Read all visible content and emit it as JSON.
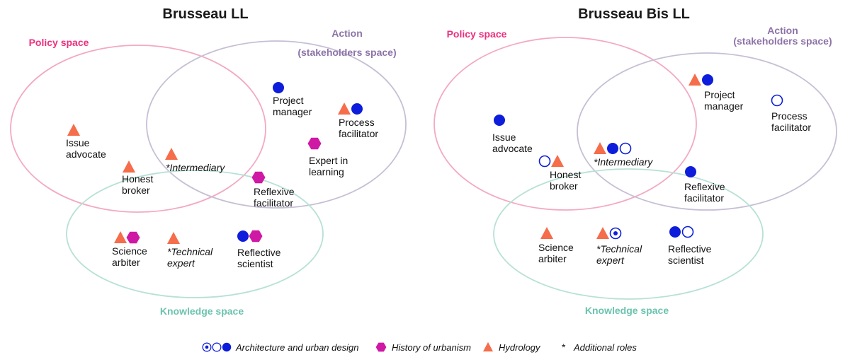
{
  "colors": {
    "policy": "#ec2f7e",
    "action": "#8c73a8",
    "knowledge": "#6cc3ae",
    "policy_circle": "#f3a9c2",
    "action_circle": "#c6bfd5",
    "knowledge_circle": "#b7e1d6",
    "architecture": "#0d1ddb",
    "urbanism": "#cf19a4",
    "hydrology": "#f56d4a",
    "text": "#111111"
  },
  "panels": [
    {
      "title": "Brusseau LL",
      "space_labels": {
        "policy": "Policy space",
        "action_line1": "Action",
        "action_line2": "(stakeholders space)",
        "knowledge": "Knowledge space"
      },
      "roles": [
        {
          "id": "issue-advocate",
          "lines": [
            "Issue",
            "advocate"
          ],
          "italic": false,
          "markers": [
            "hydrology"
          ]
        },
        {
          "id": "honest-broker",
          "lines": [
            "Honest",
            "broker"
          ],
          "italic": false,
          "markers": [
            "hydrology"
          ]
        },
        {
          "id": "intermediary",
          "lines": [
            "*Intermediary"
          ],
          "italic": true,
          "markers": [
            "hydrology"
          ]
        },
        {
          "id": "project-manager",
          "lines": [
            "Project",
            "manager"
          ],
          "italic": false,
          "markers": [
            "architecture-filled"
          ]
        },
        {
          "id": "process-facilitator",
          "lines": [
            "Process",
            "facilitator"
          ],
          "italic": false,
          "markers": [
            "hydrology",
            "architecture-filled"
          ]
        },
        {
          "id": "expert-in-learning",
          "lines": [
            "Expert in",
            "learning"
          ],
          "italic": false,
          "markers": [
            "urbanism"
          ]
        },
        {
          "id": "reflexive-facilitator",
          "lines": [
            "Reflexive",
            "facilitator"
          ],
          "italic": false,
          "markers": [
            "urbanism"
          ]
        },
        {
          "id": "science-arbiter",
          "lines": [
            "Science",
            "arbiter"
          ],
          "italic": false,
          "markers": [
            "hydrology",
            "urbanism"
          ]
        },
        {
          "id": "technical-expert",
          "lines": [
            "*Technical",
            "expert"
          ],
          "italic": true,
          "markers": [
            "hydrology"
          ]
        },
        {
          "id": "reflective-scientist",
          "lines": [
            "Reflective",
            "scientist"
          ],
          "italic": false,
          "markers": [
            "architecture-filled",
            "urbanism"
          ]
        }
      ]
    },
    {
      "title": "Brusseau Bis LL",
      "space_labels": {
        "policy": "Policy space",
        "action_line1": "Action",
        "action_line2": "(stakeholders space)",
        "knowledge": "Knowledge space"
      },
      "roles": [
        {
          "id": "issue-advocate",
          "lines": [
            "Issue",
            "advocate"
          ],
          "italic": false,
          "markers": [
            "architecture-filled"
          ]
        },
        {
          "id": "honest-broker",
          "lines": [
            "Honest",
            "broker"
          ],
          "italic": false,
          "markers": [
            "architecture-open",
            "hydrology"
          ]
        },
        {
          "id": "intermediary",
          "lines": [
            "*Intermediary"
          ],
          "italic": true,
          "markers": [
            "hydrology",
            "architecture-filled",
            "architecture-open"
          ]
        },
        {
          "id": "project-manager",
          "lines": [
            "Project",
            "manager"
          ],
          "italic": false,
          "markers": [
            "hydrology",
            "architecture-filled"
          ]
        },
        {
          "id": "process-facilitator",
          "lines": [
            "Process",
            "facilitator"
          ],
          "italic": false,
          "markers": [
            "architecture-open"
          ]
        },
        {
          "id": "reflexive-facilitator",
          "lines": [
            "Reflexive",
            "facilitator"
          ],
          "italic": false,
          "markers": [
            "architecture-filled"
          ]
        },
        {
          "id": "science-arbiter",
          "lines": [
            "Science",
            "arbiter"
          ],
          "italic": false,
          "markers": [
            "hydrology"
          ]
        },
        {
          "id": "technical-expert",
          "lines": [
            "*Technical",
            "expert"
          ],
          "italic": true,
          "markers": [
            "hydrology",
            "architecture-dot"
          ]
        },
        {
          "id": "reflective-scientist",
          "lines": [
            "Reflective",
            "scientist"
          ],
          "italic": false,
          "markers": [
            "architecture-filled",
            "architecture-open"
          ]
        }
      ]
    }
  ],
  "legend": [
    {
      "id": "architecture",
      "markers": [
        "architecture-dot",
        "architecture-open",
        "architecture-filled"
      ],
      "label": "Architecture and urban design"
    },
    {
      "id": "urbanism",
      "markers": [
        "urbanism"
      ],
      "label": "History of urbanism"
    },
    {
      "id": "hydrology",
      "markers": [
        "hydrology"
      ],
      "label": "Hydrology"
    },
    {
      "id": "additional",
      "symbol": "*",
      "label": "Additional roles"
    }
  ]
}
